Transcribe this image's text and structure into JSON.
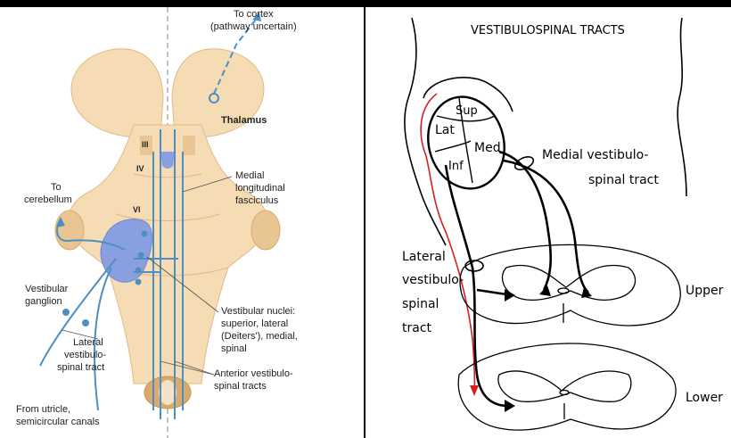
{
  "left_diagram": {
    "to_cortex_line1": "To cortex",
    "to_cortex_line2": "(pathway uncertain)",
    "thalamus": "Thalamus",
    "nucleus_iii": "III",
    "nucleus_iv": "IV",
    "nucleus_vi": "VI",
    "to_cerebellum_line1": "To",
    "to_cerebellum_line2": "cerebellum",
    "mlf_line1": "Medial",
    "mlf_line2": "longitudinal",
    "mlf_line3": "fasciculus",
    "vestibular_ganglion_line1": "Vestibular",
    "vestibular_ganglion_line2": "ganglion",
    "lateral_vst_line1": "Lateral",
    "lateral_vst_line2": "vestibulo-",
    "lateral_vst_line3": "spinal tract",
    "vestibular_nuclei_line1": "Vestibular nuclei:",
    "vestibular_nuclei_line2": "superior, lateral",
    "vestibular_nuclei_line3": "(Deiters'), medial,",
    "vestibular_nuclei_line4": "spinal",
    "anterior_vst_line1": "Anterior vestibulo-",
    "anterior_vst_line2": "spinal tracts",
    "from_utricle_line1": "From utricle,",
    "from_utricle_line2": "semicircular canals",
    "colors": {
      "tissue": "#f6dcb4",
      "tissue_dark": "#e9c593",
      "fiber": "#4d8fc4",
      "nucleus": "#8a9fe0"
    }
  },
  "right_diagram": {
    "title": "VESTIBULOSPINAL TRACTS",
    "nucleus_sup": "Sup",
    "nucleus_lat": "Lat",
    "nucleus_med": "Med",
    "nucleus_inf": "Inf",
    "medial_vst_line1": "Medial vestibulo-",
    "medial_vst_line2": "spinal tract",
    "lateral_vst_line1": "Lateral",
    "lateral_vst_line2": "vestibulo-",
    "lateral_vst_line3": "spinal",
    "lateral_vst_line4": "tract",
    "upper": "Upper",
    "lower": "Lower",
    "colors": {
      "ink": "#000000",
      "red_path": "#d42020"
    }
  }
}
